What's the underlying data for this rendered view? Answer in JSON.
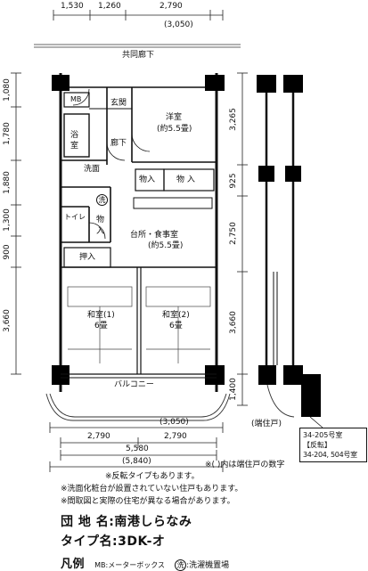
{
  "top_dims": {
    "a": "1,530",
    "b": "1,260",
    "c": "2,790",
    "total": "(3,050)"
  },
  "corridor": "共同廊下",
  "left_dims": [
    "1,080",
    "1,780",
    "1,880",
    "1,300",
    "900",
    "3,660"
  ],
  "right_dims": [
    "3,265",
    "925",
    "2,750",
    "3,660",
    "1,400"
  ],
  "rooms": {
    "mb": "MB",
    "genkan": "玄関",
    "yoshitsu": "洋室",
    "yoshitsu_size": "(約5.5畳)",
    "bath": "浴室",
    "roka": "廊下",
    "senmen": "洗面",
    "mono1": "物入",
    "mono2": "物 入",
    "wash_icon": "洗",
    "toilet": "トイレ",
    "mono3": "物入",
    "kitchen": "台所・食事室",
    "kitchen_size": "(約5.5畳)",
    "oshiire": "押入",
    "washitsu1": "和室(1)",
    "washitsu1_size": "6畳",
    "washitsu2": "和室(2)",
    "washitsu2_size": "6畳"
  },
  "balcony": "バルコニー",
  "bottom_dims": {
    "paren": "(3,050)",
    "a": "2,790",
    "b": "2,790",
    "total": "5,580",
    "total_paren": "(5,840)"
  },
  "end_unit_label": "(端住戸)",
  "end_note": "※( )内は端住戸の数字",
  "callout": {
    "line1": "34-205号室",
    "line2": "【反転】",
    "line3": "34-204, 504号室"
  },
  "notes": [
    "※反転タイプもあります。",
    "※洗面化粧台が設置されていない住戸もあります。",
    "※間取図と実際の住宅が異なる場合があります。"
  ],
  "info": {
    "danchi_label": "団 地 名:",
    "danchi_value": "南港しらなみ",
    "type_label": "タイプ名:",
    "type_value": "3DK-オ",
    "legend_label": "凡例",
    "legend_mb": "MB:メーターボックス",
    "legend_wash_icon": "洗",
    "legend_wash_text": ":洗濯機置場"
  }
}
